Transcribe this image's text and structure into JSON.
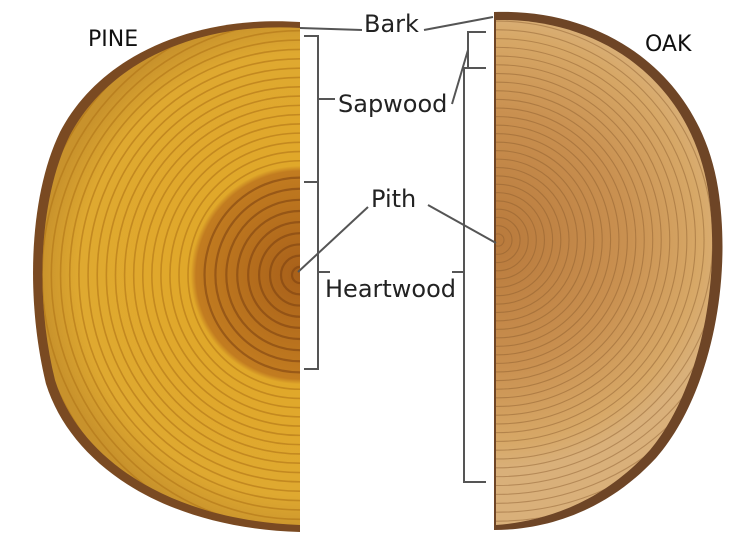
{
  "titles": {
    "left": "PINE",
    "right": "OAK"
  },
  "labels": {
    "bark": "Bark",
    "sapwood": "Sapwood",
    "pith": "Pith",
    "heartwood": "Heartwood"
  },
  "colors": {
    "pine_sapwood": "#d9a227",
    "pine_heartwood": "#b9741c",
    "pine_bark": "#7a4a22",
    "oak_wood": "#d2a05e",
    "oak_heart": "#c28a48",
    "oak_bark": "#6e4526",
    "line": "#555555"
  }
}
